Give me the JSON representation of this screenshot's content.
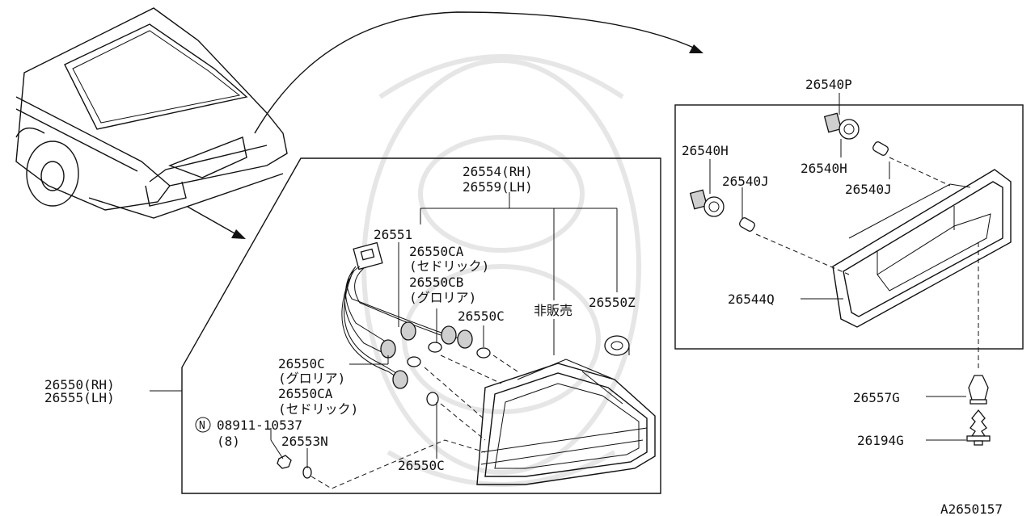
{
  "figure_code": "A2650157",
  "labels": {
    "lamp_rh": "26554(RH)",
    "lamp_lh": "26559(LH)",
    "socket": "26551",
    "bulb_ca_1": "26550CA",
    "note_cedric_1": "(セドリック)",
    "bulb_cb": "26550CB",
    "note_gloria_1": "(グロリア)",
    "bulb_c_top": "26550C",
    "not_for_sale": "非販売",
    "grommet": "26550Z",
    "bulb_c_mid": "26550C",
    "note_gloria_2": "(グロリア)",
    "bulb_ca_2": "26550CA",
    "note_cedric_2": "(セドリック)",
    "assy_rh": "26550(RH)",
    "assy_lh": "26555(LH)",
    "nut_code": "08911-10537",
    "nut_qty": "(8)",
    "nut_marker": "N",
    "washer": "26553N",
    "bulb_c_bottom": "26550C",
    "finisher_p": "26540P",
    "socket_h_1": "26540H",
    "socket_h_2": "26540H",
    "bulb_j_1": "26540J",
    "bulb_j_2": "26540J",
    "finisher_q": "26544Q",
    "clip_g": "26557G",
    "clip_194": "26194G"
  }
}
